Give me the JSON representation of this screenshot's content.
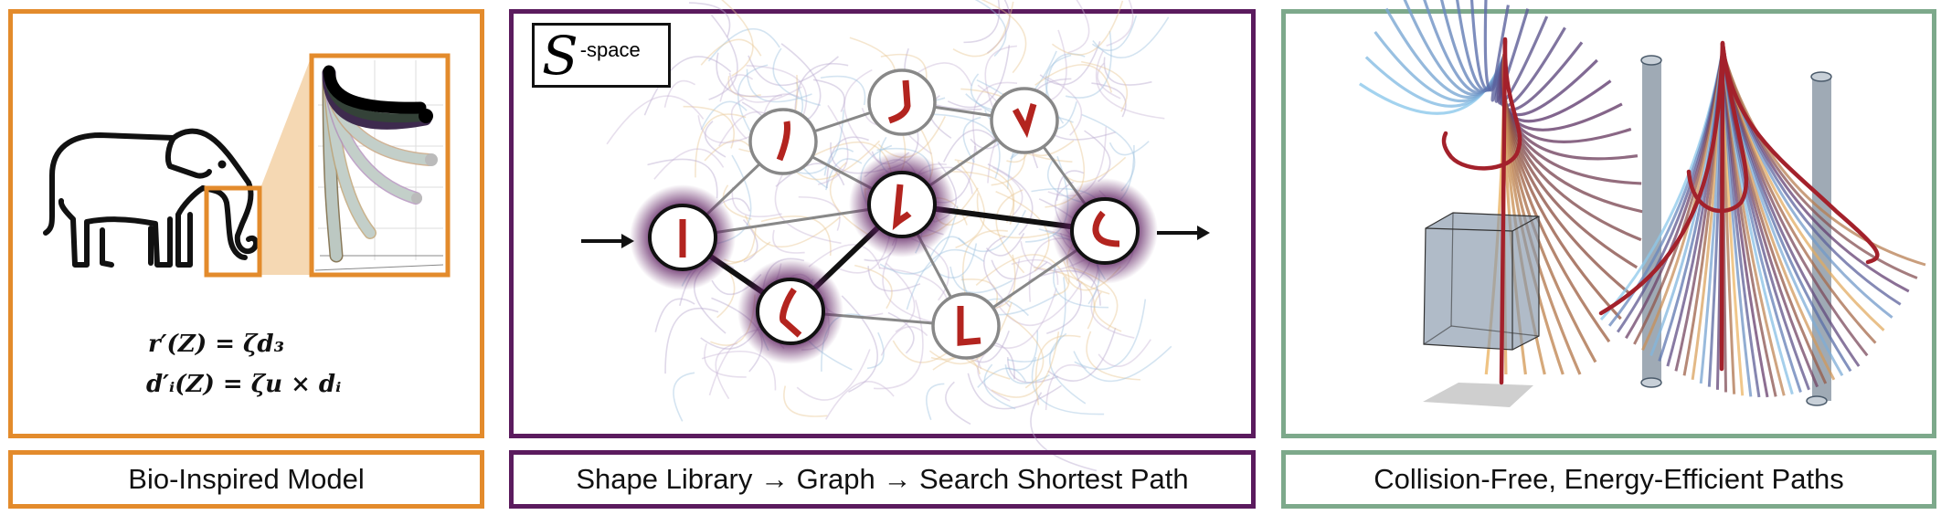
{
  "colors": {
    "orange": "#E38B2C",
    "purple": "#5B1B5E",
    "green": "#7DA98B",
    "path_red": "#A3212B"
  },
  "panels": [
    {
      "caption": "Bio-Inspired Model"
    },
    {
      "caption": "Shape Library → Graph → Search Shortest Path"
    },
    {
      "caption": "Collision-Free, Energy-Efficient Paths"
    }
  ],
  "model": {
    "equations": [
      "r′(Z) = ζd₃",
      "d′ᵢ(Z) = ζu × dᵢ"
    ]
  },
  "graph": {
    "space_symbol": "S",
    "space_label": "-space",
    "nodes": [
      {
        "id": "A",
        "shape": "straight",
        "on_path": true
      },
      {
        "id": "B",
        "shape": "slight-bend",
        "on_path": false
      },
      {
        "id": "C",
        "shape": "hook-J",
        "on_path": false
      },
      {
        "id": "D",
        "shape": "v-bend",
        "on_path": false
      },
      {
        "id": "E",
        "shape": "hook-l",
        "on_path": true
      },
      {
        "id": "F",
        "shape": "curl-L",
        "on_path": true
      },
      {
        "id": "G",
        "shape": "bend-left",
        "on_path": true
      },
      {
        "id": "H",
        "shape": "L-bend",
        "on_path": false
      }
    ],
    "edges": [
      [
        "A",
        "B"
      ],
      [
        "A",
        "E"
      ],
      [
        "A",
        "G"
      ],
      [
        "B",
        "C"
      ],
      [
        "B",
        "E"
      ],
      [
        "C",
        "D"
      ],
      [
        "D",
        "E"
      ],
      [
        "D",
        "F"
      ],
      [
        "E",
        "F"
      ],
      [
        "E",
        "G"
      ],
      [
        "E",
        "H"
      ],
      [
        "G",
        "H"
      ],
      [
        "H",
        "F"
      ]
    ],
    "shortest_path": [
      "A",
      "G",
      "E",
      "F"
    ]
  }
}
